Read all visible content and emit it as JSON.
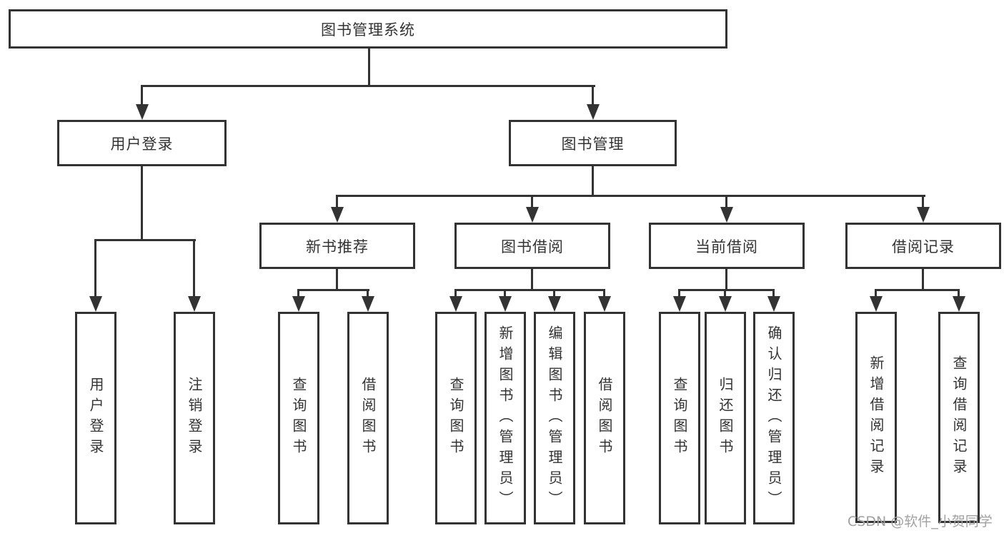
{
  "tree": {
    "label": "图书管理系统",
    "children": [
      {
        "label": "用户登录",
        "children": [
          {
            "label": "用户登录"
          },
          {
            "label": "注销登录"
          }
        ]
      },
      {
        "label": "图书管理",
        "children": [
          {
            "label": "新书推荐",
            "children": [
              {
                "label": "查询图书"
              },
              {
                "label": "借阅图书"
              }
            ]
          },
          {
            "label": "图书借阅",
            "children": [
              {
                "label": "查询图书"
              },
              {
                "label": "新增图书（管理员）"
              },
              {
                "label": "编辑图书（管理员）"
              },
              {
                "label": "借阅图书"
              }
            ]
          },
          {
            "label": "当前借阅",
            "children": [
              {
                "label": "查询图书"
              },
              {
                "label": "归还图书"
              },
              {
                "label": "确认归还（管理员）"
              }
            ]
          },
          {
            "label": "借阅记录",
            "children": [
              {
                "label": "新增借阅记录"
              },
              {
                "label": "查询借阅记录"
              }
            ]
          }
        ]
      }
    ]
  },
  "watermark": "CSDN @软件_小贺同学",
  "colors": {
    "line": "#333333",
    "text": "#333333",
    "background": "#ffffff",
    "watermark": "#a1a1a1"
  }
}
